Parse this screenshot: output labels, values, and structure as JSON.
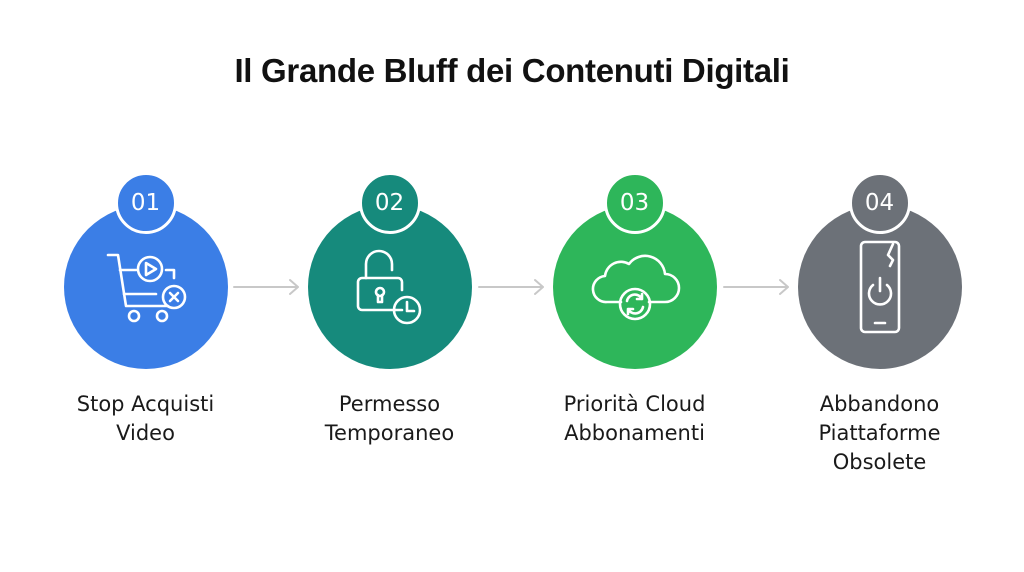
{
  "title": "Il Grande Bluff dei Contenuti Digitali",
  "colors": {
    "step1": "#3b7ee6",
    "step2": "#168a7c",
    "step3": "#2eb65a",
    "step4": "#6c7178",
    "arrow": "#c8c8c8"
  },
  "steps": [
    {
      "number": "01",
      "label_line1": "Stop Acquisti",
      "label_line2": "Video",
      "label_line3": "",
      "icon": "shopping-cart-play-cancel-icon"
    },
    {
      "number": "02",
      "label_line1": "Permesso",
      "label_line2": "Temporaneo",
      "label_line3": "",
      "icon": "unlocked-padlock-clock-icon"
    },
    {
      "number": "03",
      "label_line1": "Priorità Cloud",
      "label_line2": "Abbonamenti",
      "label_line3": "",
      "icon": "cloud-sync-icon"
    },
    {
      "number": "04",
      "label_line1": "Abbandono",
      "label_line2": "Piattaforme",
      "label_line3": "Obsolete",
      "icon": "broken-phone-power-icon"
    }
  ]
}
